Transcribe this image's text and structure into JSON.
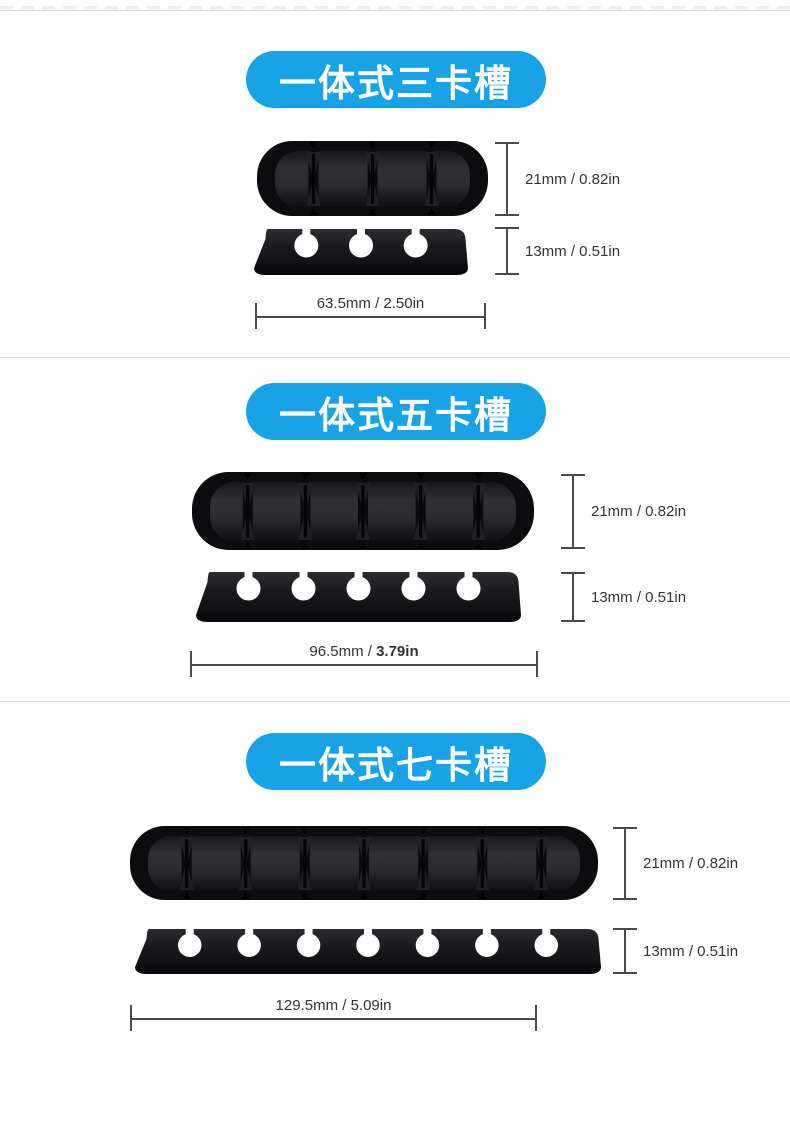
{
  "page": {
    "background": "#ffffff",
    "accent_color": "#18a3e6",
    "divider_color": "#d9d9d9",
    "dimension_line_color": "#4a4a4a",
    "text_color": "#333333",
    "product_color": "#0c0c0f"
  },
  "sections": [
    {
      "id": "three-slot",
      "banner": "一体式三卡槽",
      "slots": 3,
      "dim_height": "21mm / 0.82in",
      "dim_depth": "13mm / 0.51in",
      "width_prefix": "63.5mm / ",
      "width_suffix": "2.50in",
      "width_suffix_class": ""
    },
    {
      "id": "five-slot",
      "banner": "一体式五卡槽",
      "slots": 5,
      "dim_height": "21mm / 0.82in",
      "dim_depth": "13mm / 0.51in",
      "width_prefix": "96.5mm / ",
      "width_suffix": "3.79in",
      "width_suffix_class": "bold"
    },
    {
      "id": "seven-slot",
      "banner": "一体式七卡槽",
      "slots": 7,
      "dim_height": "21mm / 0.82in",
      "dim_depth": "13mm / 0.51in",
      "width_prefix": "129.5mm / ",
      "width_suffix": "5.09in",
      "width_suffix_class": ""
    }
  ]
}
